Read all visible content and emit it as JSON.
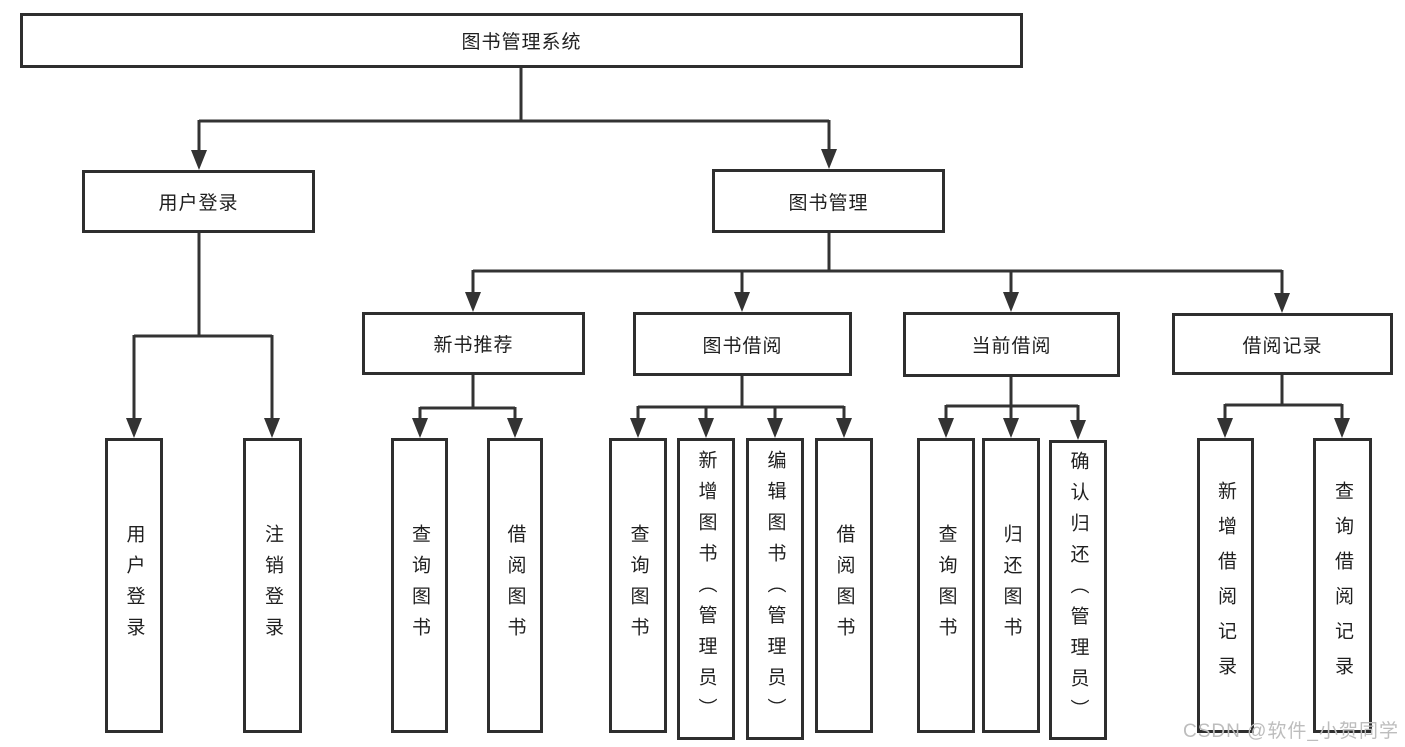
{
  "diagram": {
    "root": {
      "label": "图书管理系统"
    },
    "branches": [
      {
        "label": "用户登录",
        "children": [
          {
            "label": "用户登录"
          },
          {
            "label": "注销登录"
          }
        ]
      },
      {
        "label": "图书管理",
        "children": [
          {
            "label": "新书推荐",
            "children": [
              {
                "label": "查询图书"
              },
              {
                "label": "借阅图书"
              }
            ]
          },
          {
            "label": "图书借阅",
            "children": [
              {
                "label": "查询图书"
              },
              {
                "label": "新增图书（管理员）"
              },
              {
                "label": "编辑图书（管理员）"
              },
              {
                "label": "借阅图书"
              }
            ]
          },
          {
            "label": "当前借阅",
            "children": [
              {
                "label": "查询图书"
              },
              {
                "label": "归还图书"
              },
              {
                "label": "确认归还（管理员）"
              }
            ]
          },
          {
            "label": "借阅记录",
            "children": [
              {
                "label": "新增借阅记录"
              },
              {
                "label": "查询借阅记录"
              }
            ]
          }
        ]
      }
    ]
  },
  "watermark": {
    "text": "CSDN @软件_小贺同学"
  },
  "colors": {
    "line": "#333333",
    "box_border": "#2e2e2e",
    "box_background": "#ffffff",
    "text": "#1f1f1f",
    "watermark": "#bdbdbd"
  }
}
